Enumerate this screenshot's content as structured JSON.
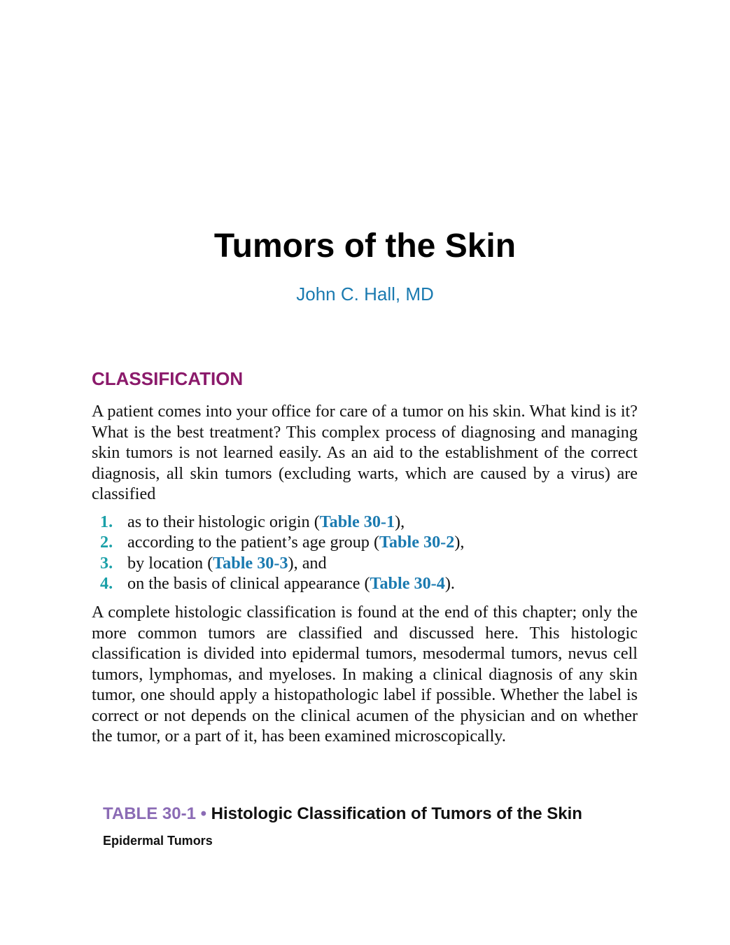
{
  "chapter": {
    "title": "Tumors of the Skin",
    "author": "John C. Hall, MD"
  },
  "section": {
    "heading": "CLASSIFICATION",
    "para1": "A patient comes into your office for care of a tumor on his skin. What kind is it? What is the best treatment? This complex process of diagnosing and managing skin tumors is not learned easily. As an aid to the establishment of the correct diagnosis, all skin tumors (excluding warts, which are caused by a virus) are classified",
    "list": [
      {
        "num": "1.",
        "pre": "as to their histologic origin (",
        "ref": "Table 30-1",
        "post": "),"
      },
      {
        "num": "2.",
        "pre": "according to the patient’s age group (",
        "ref": "Table 30-2",
        "post": "),"
      },
      {
        "num": "3.",
        "pre": "by location (",
        "ref": "Table 30-3",
        "post": "), and"
      },
      {
        "num": "4.",
        "pre": "on the basis of clinical appearance (",
        "ref": "Table 30-4",
        "post": ")."
      }
    ],
    "para2": "A complete histologic classification is found at the end of this chapter; only the more common tumors are classified and discussed here. This histologic classification is divided into epidermal tumors, mesodermal tumors, nevus cell tumors, lymphomas, and myeloses. In making a clinical diagnosis of any skin tumor, one should apply a histopathologic label if possible. Whether the label is correct or not depends on the clinical acumen of the physician and on whether the tumor, or a part of it, has been examined microscopically."
  },
  "table": {
    "number": "TABLE 30-1",
    "separator": "•",
    "title": "Histologic Classification of Tumors of the Skin",
    "subheading": "Epidermal Tumors"
  },
  "colors": {
    "title": "#000000",
    "author": "#1a7ab0",
    "section_heading": "#8b1a6b",
    "list_number": "#1aa0a8",
    "table_ref": "#1a7ab0",
    "table_number": "#8b6bb5"
  }
}
